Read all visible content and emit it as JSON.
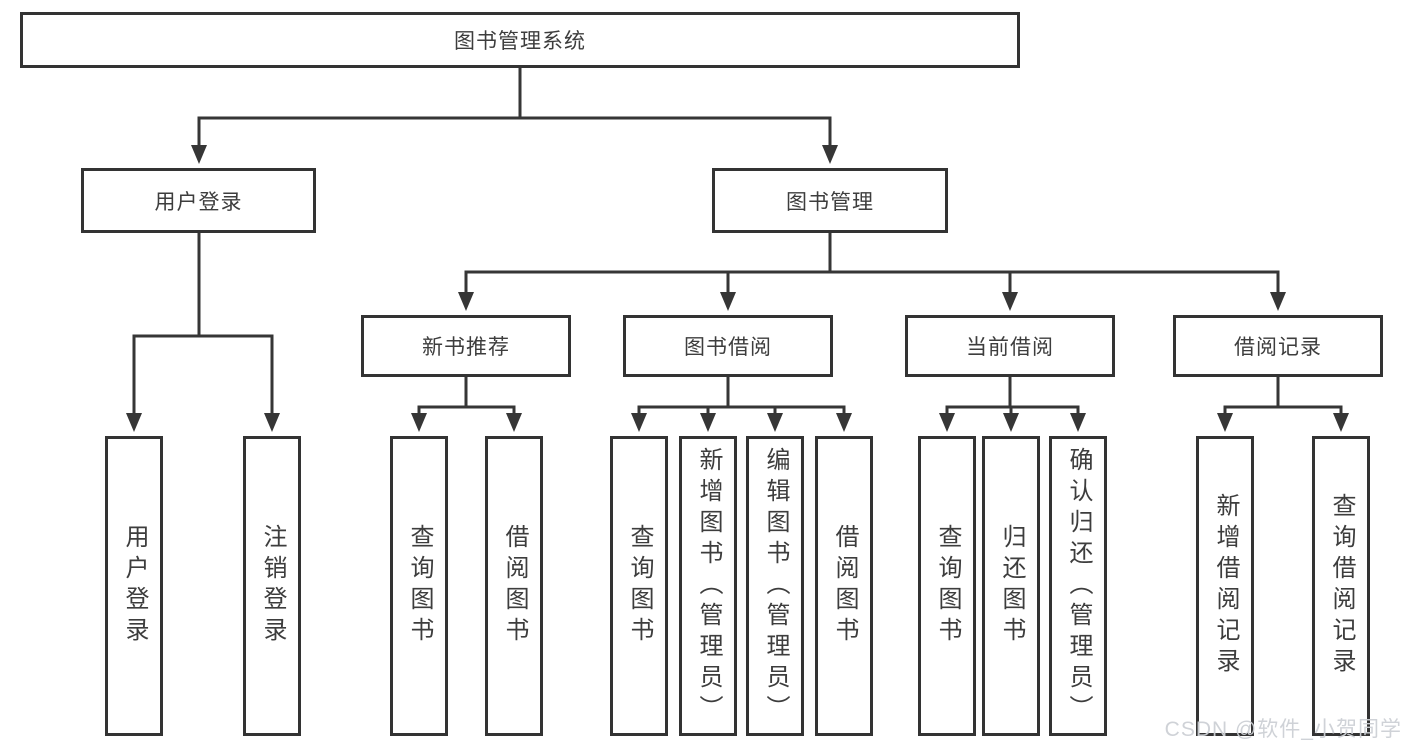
{
  "colors": {
    "line": "#363636",
    "box_border": "#333333",
    "text": "#3d3d3d",
    "watermark": "#cdd0d5",
    "bg": "#ffffff"
  },
  "watermark": {
    "text": "CSDN @软件_小贺同学"
  },
  "tree": {
    "root": "图书管理系统",
    "children": [
      {
        "label": "用户登录",
        "children": [
          "用户登录",
          "注销登录"
        ]
      },
      {
        "label": "图书管理",
        "children": [
          {
            "label": "新书推荐",
            "children": [
              "查询图书",
              "借阅图书"
            ]
          },
          {
            "label": "图书借阅",
            "children": [
              "查询图书",
              "新增图书（管理员）",
              "编辑图书（管理员）",
              "借阅图书"
            ]
          },
          {
            "label": "当前借阅",
            "children": [
              "查询图书",
              "归还图书",
              "确认归还（管理员）"
            ]
          },
          {
            "label": "借阅记录",
            "children": [
              "新增借阅记录",
              "查询借阅记录"
            ]
          }
        ]
      }
    ]
  }
}
